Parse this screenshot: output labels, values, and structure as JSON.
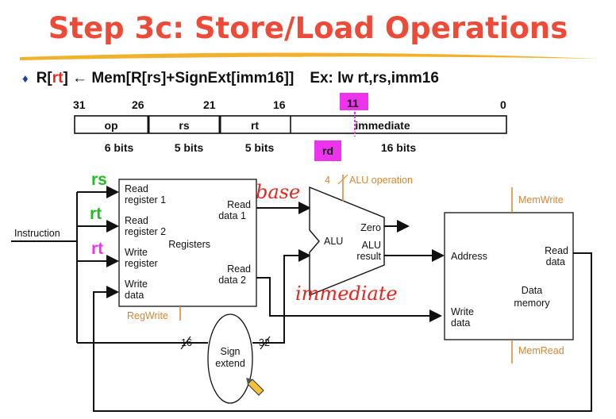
{
  "title": "Step 3c: Store/Load Operations",
  "rtl": {
    "bullet": "♦",
    "dest_prefix": "R[",
    "dest_reg": "rt",
    "expression": "] ← Mem[R[rs]+SignExt[imm16]]",
    "example": "Ex: lw rt,rs,imm16"
  },
  "format": {
    "bit_numbers": [
      "31",
      "26",
      "21",
      "16",
      "11",
      "0"
    ],
    "fields": [
      "op",
      "rs",
      "rt",
      "immediate"
    ],
    "widths": [
      "6 bits",
      "5 bits",
      "5 bits",
      "16 bits"
    ],
    "rd_label": "rd"
  },
  "register_inputs": [
    "rs",
    "rt",
    "rt"
  ],
  "registers": {
    "read_reg1": [
      "Read",
      "register 1"
    ],
    "read_reg2": [
      "Read",
      "register 2"
    ],
    "write_reg": [
      "Write",
      "register"
    ],
    "write_data": [
      "Write",
      "data"
    ],
    "read_data1": [
      "Read",
      "data 1"
    ],
    "read_data2": [
      "Read",
      "data 2"
    ],
    "name": "Registers",
    "control": "RegWrite"
  },
  "instruction_label": "Instruction",
  "alu": {
    "control_width": "4",
    "operation": "ALU operation",
    "name": "ALU",
    "zero": "Zero",
    "result": [
      "ALU",
      "result"
    ]
  },
  "sign_extend": {
    "label": [
      "Sign",
      "extend"
    ],
    "in_width": "16",
    "out_width": "32"
  },
  "memory": {
    "address": "Address",
    "read_data": [
      "Read",
      "data"
    ],
    "write_data": [
      "Write",
      "data"
    ],
    "name": [
      "Data",
      "memory"
    ],
    "mem_write": "MemWrite",
    "mem_read": "MemRead"
  },
  "annotations": {
    "base": "base",
    "immediate": "immediate"
  },
  "colors": {
    "title": "#ee4a38",
    "rs_label": "#22bb22",
    "rt_label": "#22bb22",
    "rt_write_label": "#ee33ee",
    "highlight": "#ee33ee",
    "control": "#d98530",
    "handwriting": "#e8251c"
  }
}
